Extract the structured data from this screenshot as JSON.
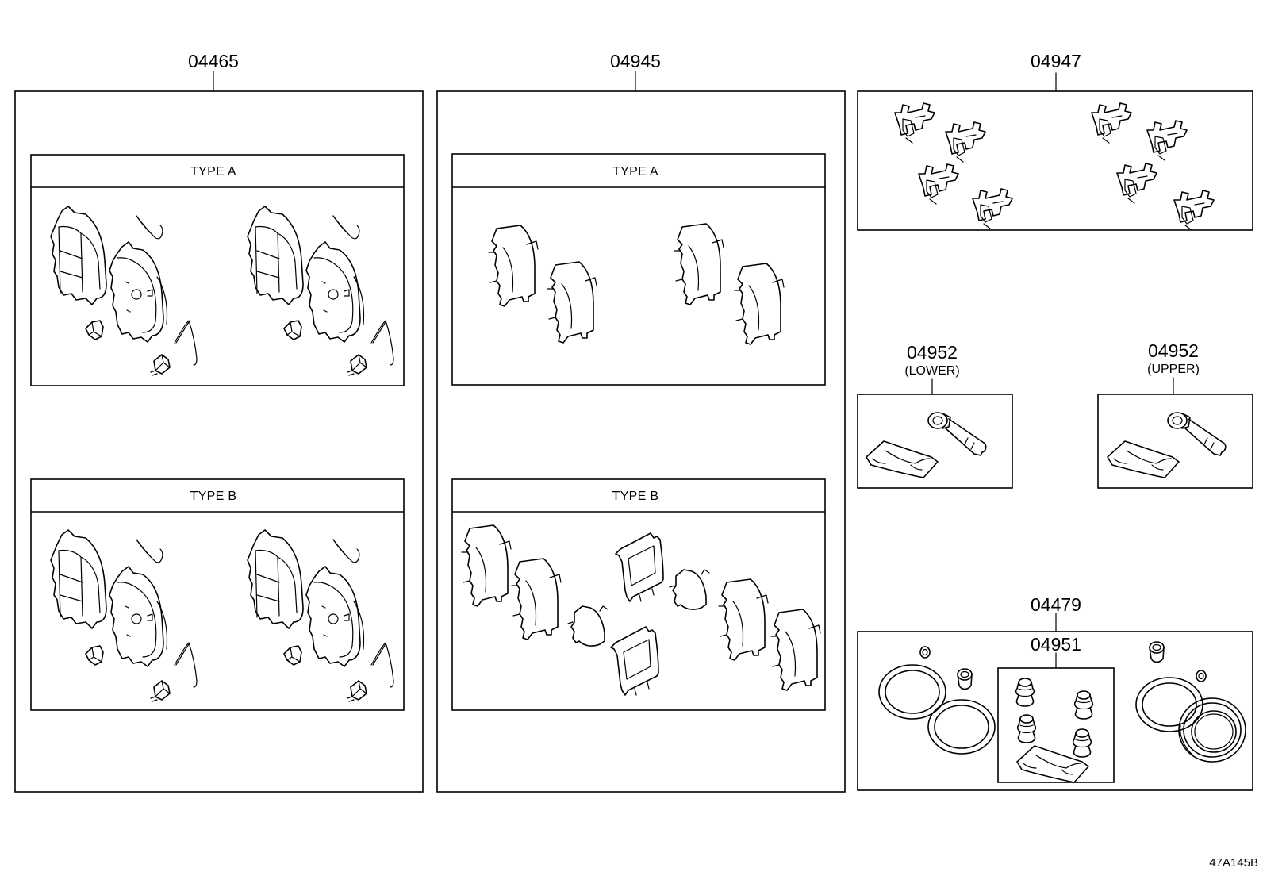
{
  "diagram_ref": "47A145B",
  "groups": {
    "pad_kit": {
      "part_no": "04465",
      "type_a": "TYPE A",
      "type_b": "TYPE B"
    },
    "shim_kit": {
      "part_no": "04945",
      "type_a": "TYPE A",
      "type_b": "TYPE B"
    },
    "support_plate_kit": {
      "part_no": "04947"
    },
    "slide_pin_lower": {
      "part_no": "04952",
      "note": "(LOWER)"
    },
    "slide_pin_upper": {
      "part_no": "04952",
      "note": "(UPPER)"
    },
    "cylinder_kit": {
      "part_no": "04479"
    },
    "boot_kit": {
      "part_no": "04951"
    }
  }
}
